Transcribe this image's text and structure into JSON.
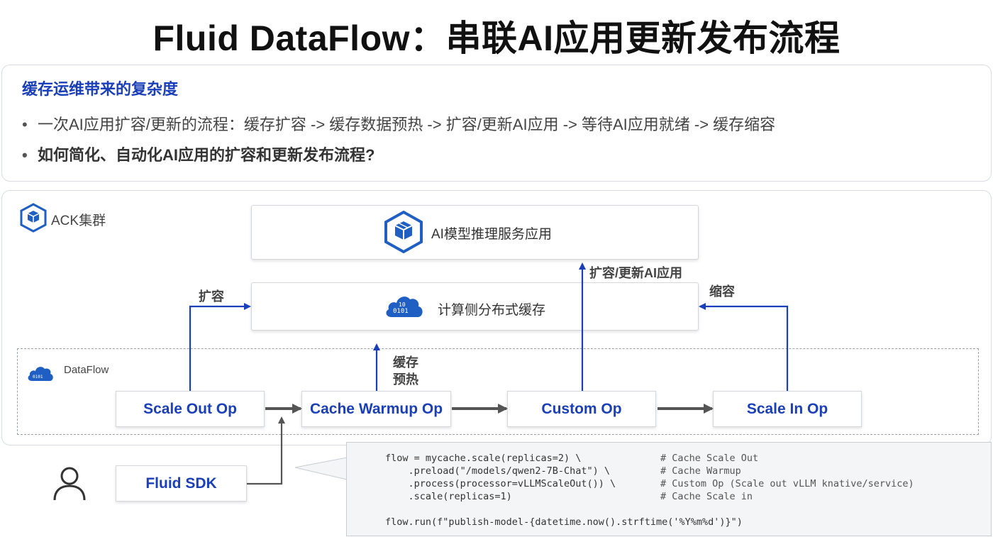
{
  "title": "Fluid DataFlow：串联AI应用更新发布流程",
  "intro": {
    "heading": "缓存运维带来的复杂度",
    "bullets": [
      "一次AI应用扩容/更新的流程：缓存扩容 -> 缓存数据预热 -> 扩容/更新AI应用 -> 等待AI应用就绪 -> 缓存缩容",
      "如何简化、自动化AI应用的扩容和更新发布流程?"
    ],
    "bullet_symbol": "•"
  },
  "cluster": {
    "label": "ACK集群",
    "service_label": "AI模型推理服务应用",
    "cache_label": "计算侧分布式缓存",
    "dataflow_label": "DataFlow"
  },
  "ops": {
    "scale_out": "Scale Out Op",
    "cache_warmup": "Cache Warmup Op",
    "custom": "Custom Op",
    "scale_in": "Scale In Op",
    "sdk": "Fluid SDK"
  },
  "flow_labels": {
    "scale_out": "扩容",
    "update_app": "扩容/更新AI应用",
    "scale_in": "缩容",
    "warmup_line1": "缓存",
    "warmup_line2": "预热"
  },
  "code": {
    "lines": [
      "flow = mycache.scale(replicas=2) \\",
      "    .preload(\"/models/qwen2-7B-Chat\") \\",
      "    .process(processor=vLLMScaleOut()) \\",
      "    .scale(replicas=1)",
      "flow.run(f\"publish-model-{datetime.now().strftime('%Y%m%d')}\")"
    ],
    "comments": [
      "# Cache Scale Out",
      "# Cache Warmup",
      "# Custom Op (Scale out vLLM knative/service)",
      "# Cache Scale in"
    ]
  },
  "colors": {
    "accent_blue": "#1a3fb8",
    "arrow_blue": "#1a3fb8",
    "arrow_gray": "#555555",
    "icon_blue": "#1f5fc4"
  },
  "icons": [
    "ack-cube-icon",
    "service-cube-icon",
    "cloud-data-icon",
    "dataflow-cloud-icon",
    "user-icon"
  ]
}
